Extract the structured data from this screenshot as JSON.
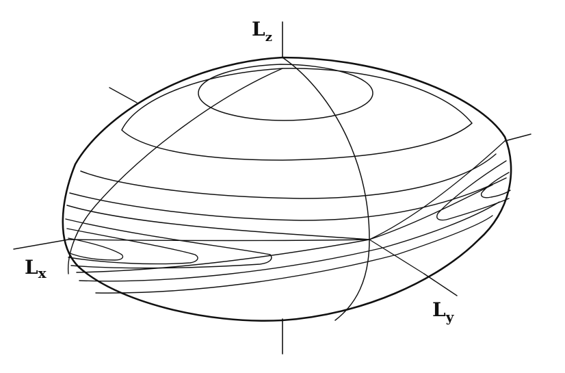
{
  "labels": {
    "lz": {
      "main": "L",
      "sub": "z"
    },
    "lx": {
      "main": "L",
      "sub": "x"
    },
    "ly": {
      "main": "L",
      "sub": "y"
    }
  },
  "colors": {
    "ink": "#111111",
    "background": "#ffffff"
  }
}
